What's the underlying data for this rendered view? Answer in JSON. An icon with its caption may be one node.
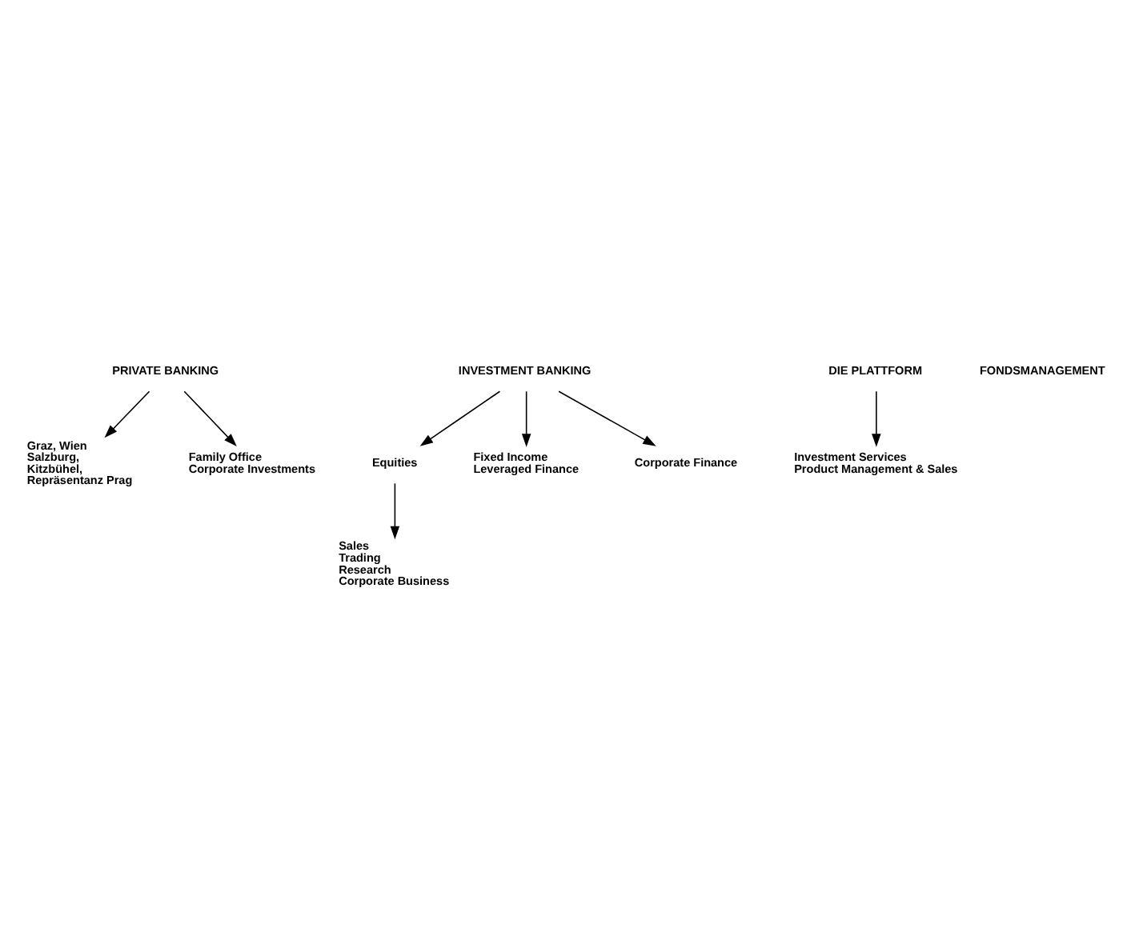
{
  "diagram": {
    "nodes": [
      {
        "text": [
          "PRIVATE BANKING"
        ]
      },
      {
        "text": [
          "INVESTMENT BANKING"
        ]
      },
      {
        "text": [
          "Graz, Wien",
          "Salzburg,",
          "Kitzbühel,",
          "Repräsentanz Prag"
        ]
      },
      {
        "text": [
          "Family Office",
          "Corporate Investments"
        ]
      },
      {
        "text": [
          "Equities"
        ]
      },
      {
        "text": [
          "Fixed Income",
          "Leveraged Finance"
        ]
      },
      {
        "text": [
          "Corporate Finance"
        ]
      },
      {
        "text": [
          "Sales",
          "Trading",
          "Research",
          "Corporate Business"
        ]
      },
      {
        "text": [
          "DIE PLATTFORM"
        ]
      },
      {
        "text": [
          "FONDSMANAGEMENT"
        ]
      },
      {
        "text": [
          "Investment Services",
          "Product Management & Sales"
        ]
      }
    ],
    "edges": [
      {
        "from": 0,
        "to": 2,
        "arrow": "to"
      },
      {
        "from": 0,
        "to": 3,
        "arrow": "to"
      },
      {
        "from": 1,
        "to": 4,
        "arrow": "to"
      },
      {
        "from": 1,
        "to": 5,
        "arrow": "to"
      },
      {
        "from": 1,
        "to": 6,
        "arrow": "to"
      },
      {
        "from": 4,
        "to": 7,
        "arrow": "to"
      },
      {
        "from": 8,
        "to": 10,
        "arrow": "to"
      }
    ]
  }
}
